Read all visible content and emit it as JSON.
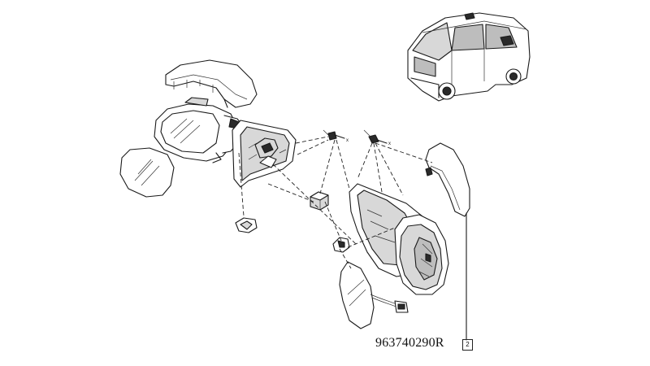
{
  "diagram": {
    "part_number": "963740290R",
    "quantity_ref": "2",
    "axis_label": "x"
  }
}
